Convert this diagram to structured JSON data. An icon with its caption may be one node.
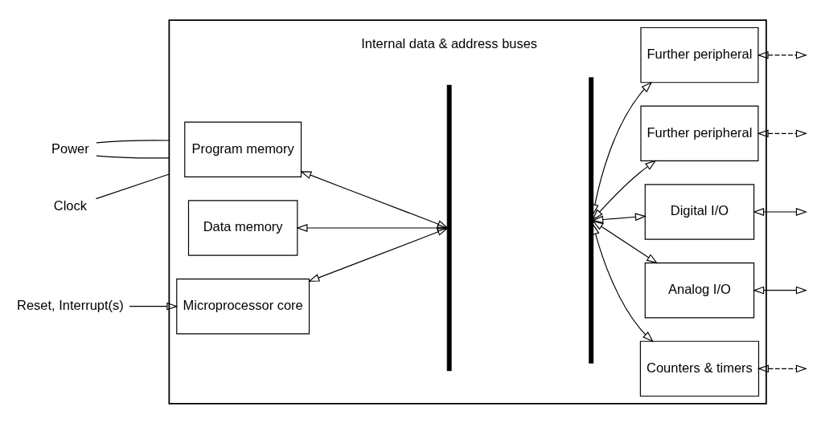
{
  "diagram": {
    "nodes": [
      {
        "text": [],
        "shape": "box"
      },
      {
        "text": [
          "Program memory"
        ],
        "in": 0
      },
      {
        "text": [
          "Data memory"
        ],
        "in": 0
      },
      {
        "text": [
          "Microprocessor core"
        ],
        "in": 0
      },
      {
        "text": [],
        "shape": "bar",
        "in": 0,
        "beside": [
          "Internal data & address buses"
        ]
      },
      {
        "text": [],
        "shape": "bar",
        "in": 0
      },
      {
        "text": [
          "Further peripheral"
        ],
        "in": 0
      },
      {
        "text": [
          "Further peripheral"
        ],
        "in": 0
      },
      {
        "text": [
          "Digital I/O"
        ],
        "in": 0
      },
      {
        "text": [
          "Analog I/O"
        ],
        "in": 0
      },
      {
        "text": [
          "Counters & timers"
        ],
        "in": 0
      },
      {
        "text": [
          "Power"
        ]
      },
      {
        "text": [
          "Reset, Interrupt(s)"
        ]
      },
      {
        "text": [
          "Clock"
        ]
      }
    ],
    "edges": [
      {
        "from": 11,
        "to": 0,
        "arrow": "none"
      },
      {
        "from": 11,
        "to": 0,
        "arrow": "none"
      },
      {
        "from": 12,
        "to": 3,
        "arrow": "to"
      },
      {
        "from": 13,
        "to": 0,
        "arrow": "none"
      },
      {
        "from": 1,
        "to": 4,
        "arrow": "both"
      },
      {
        "from": 2,
        "to": 4,
        "arrow": "both"
      },
      {
        "from": 3,
        "to": 4,
        "arrow": "both"
      },
      {
        "from": 5,
        "to": 6,
        "arrow": "both"
      },
      {
        "from": 5,
        "to": 7,
        "arrow": "both"
      },
      {
        "from": 5,
        "to": 8,
        "arrow": "both"
      },
      {
        "from": 5,
        "to": 9,
        "arrow": "both"
      },
      {
        "from": 5,
        "to": 10,
        "arrow": "both"
      },
      {
        "from": 6,
        "to": null,
        "arrow": "both",
        "style": "dashed"
      },
      {
        "from": 7,
        "to": null,
        "arrow": "both",
        "style": "dashed"
      },
      {
        "from": 8,
        "to": null,
        "arrow": "both"
      },
      {
        "from": 9,
        "to": null,
        "arrow": "both"
      },
      {
        "from": 10,
        "to": null,
        "arrow": "both",
        "style": "dashed"
      }
    ]
  }
}
